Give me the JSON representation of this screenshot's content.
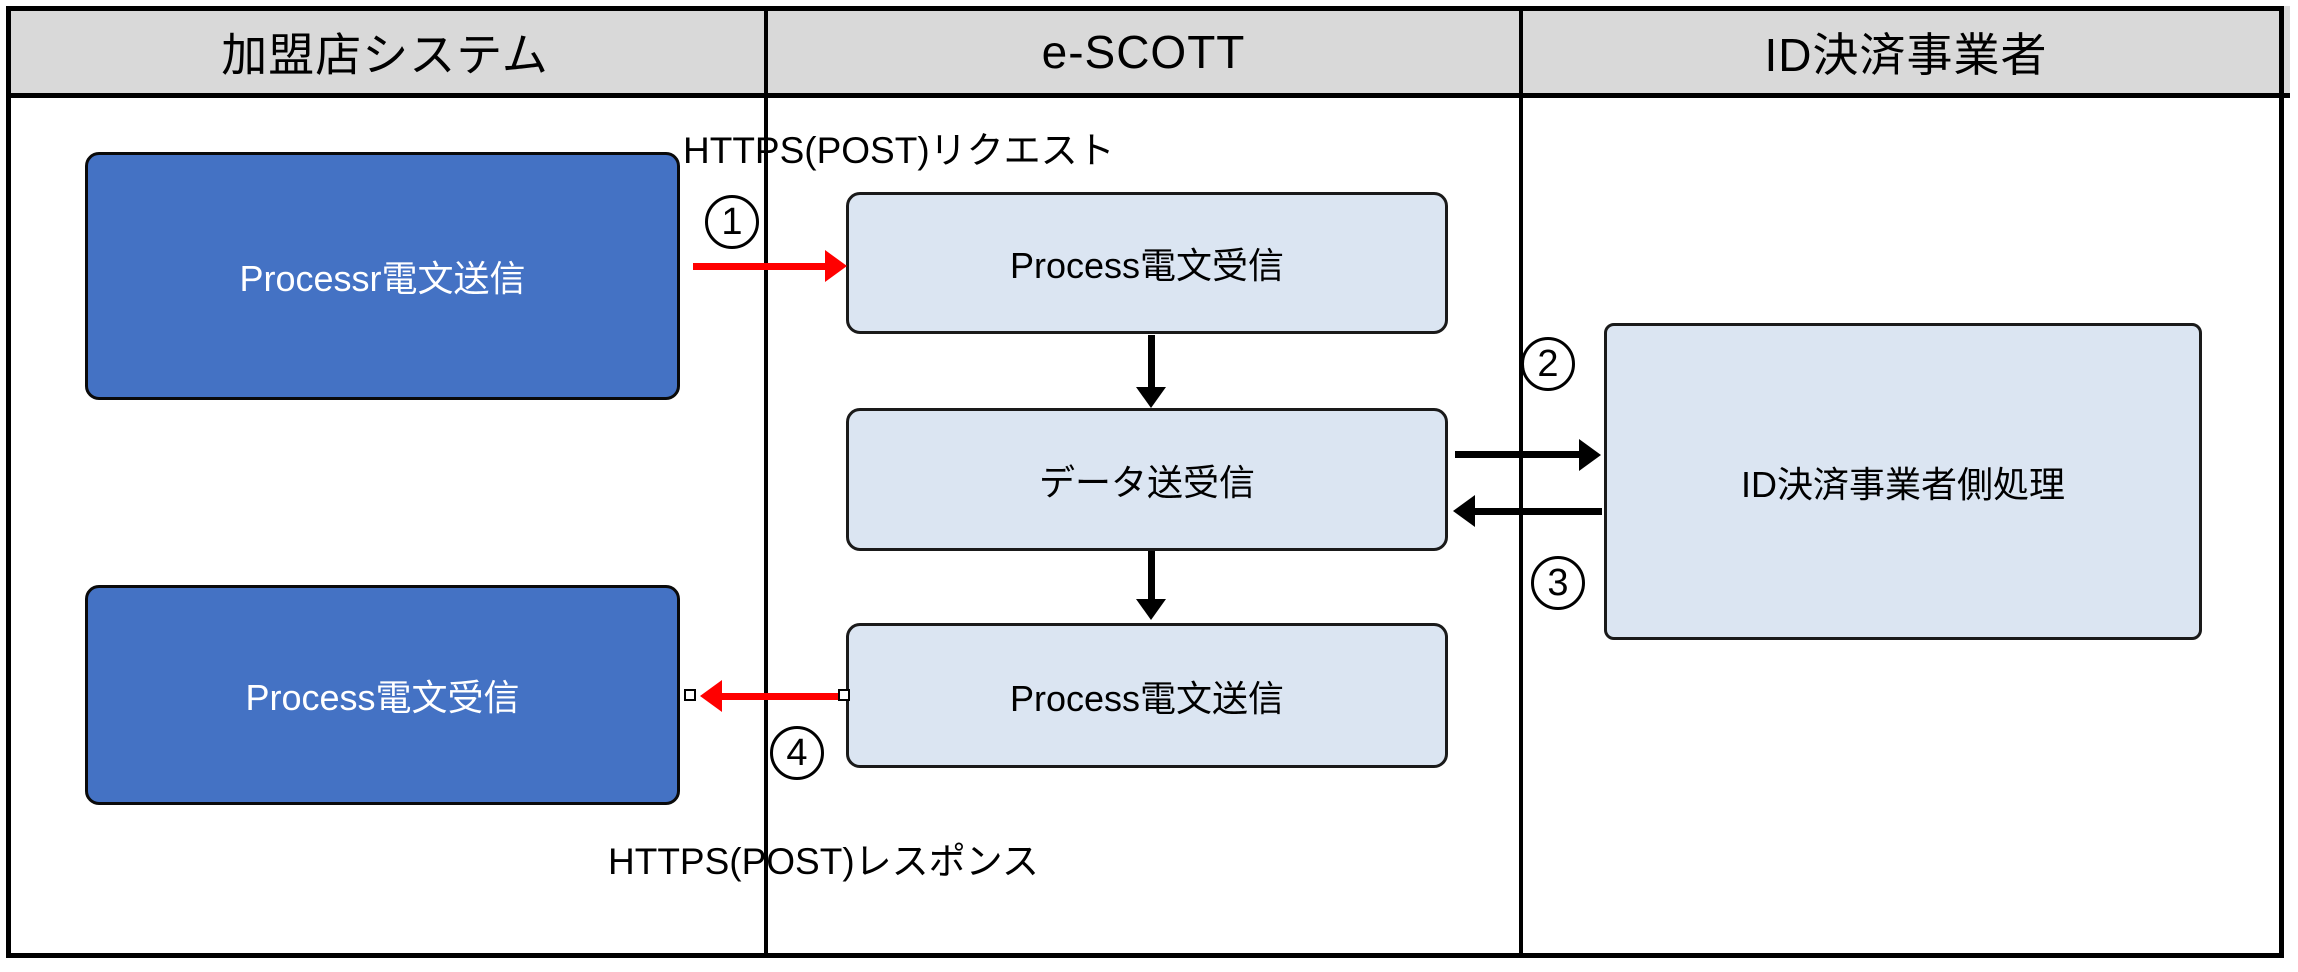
{
  "diagram": {
    "columns": [
      {
        "header": "加盟店システム"
      },
      {
        "header": "e-SCOTT"
      },
      {
        "header": "ID決済事業者"
      }
    ],
    "nodes": {
      "merchant_send": {
        "label": "Processr電文送信"
      },
      "merchant_receive": {
        "label": "Process電文受信"
      },
      "escott_receive": {
        "label": "Process電文受信"
      },
      "escott_data": {
        "label": "データ送受信"
      },
      "escott_send": {
        "label": "Process電文送信"
      },
      "provider_process": {
        "label": "ID決済事業者側処理"
      }
    },
    "annotations": {
      "request_label": "HTTPS(POST)リクエスト",
      "response_label": "HTTPS(POST)レスポンス"
    },
    "steps": {
      "s1": "1",
      "s2": "2",
      "s3": "3",
      "s4": "4"
    },
    "colors": {
      "header_bg": "#d9d9d9",
      "merchant_box": "#4472c4",
      "process_box": "#dbe5f2",
      "arrow_red": "#ff0000",
      "arrow_black": "#000000",
      "border": "#000000"
    }
  }
}
